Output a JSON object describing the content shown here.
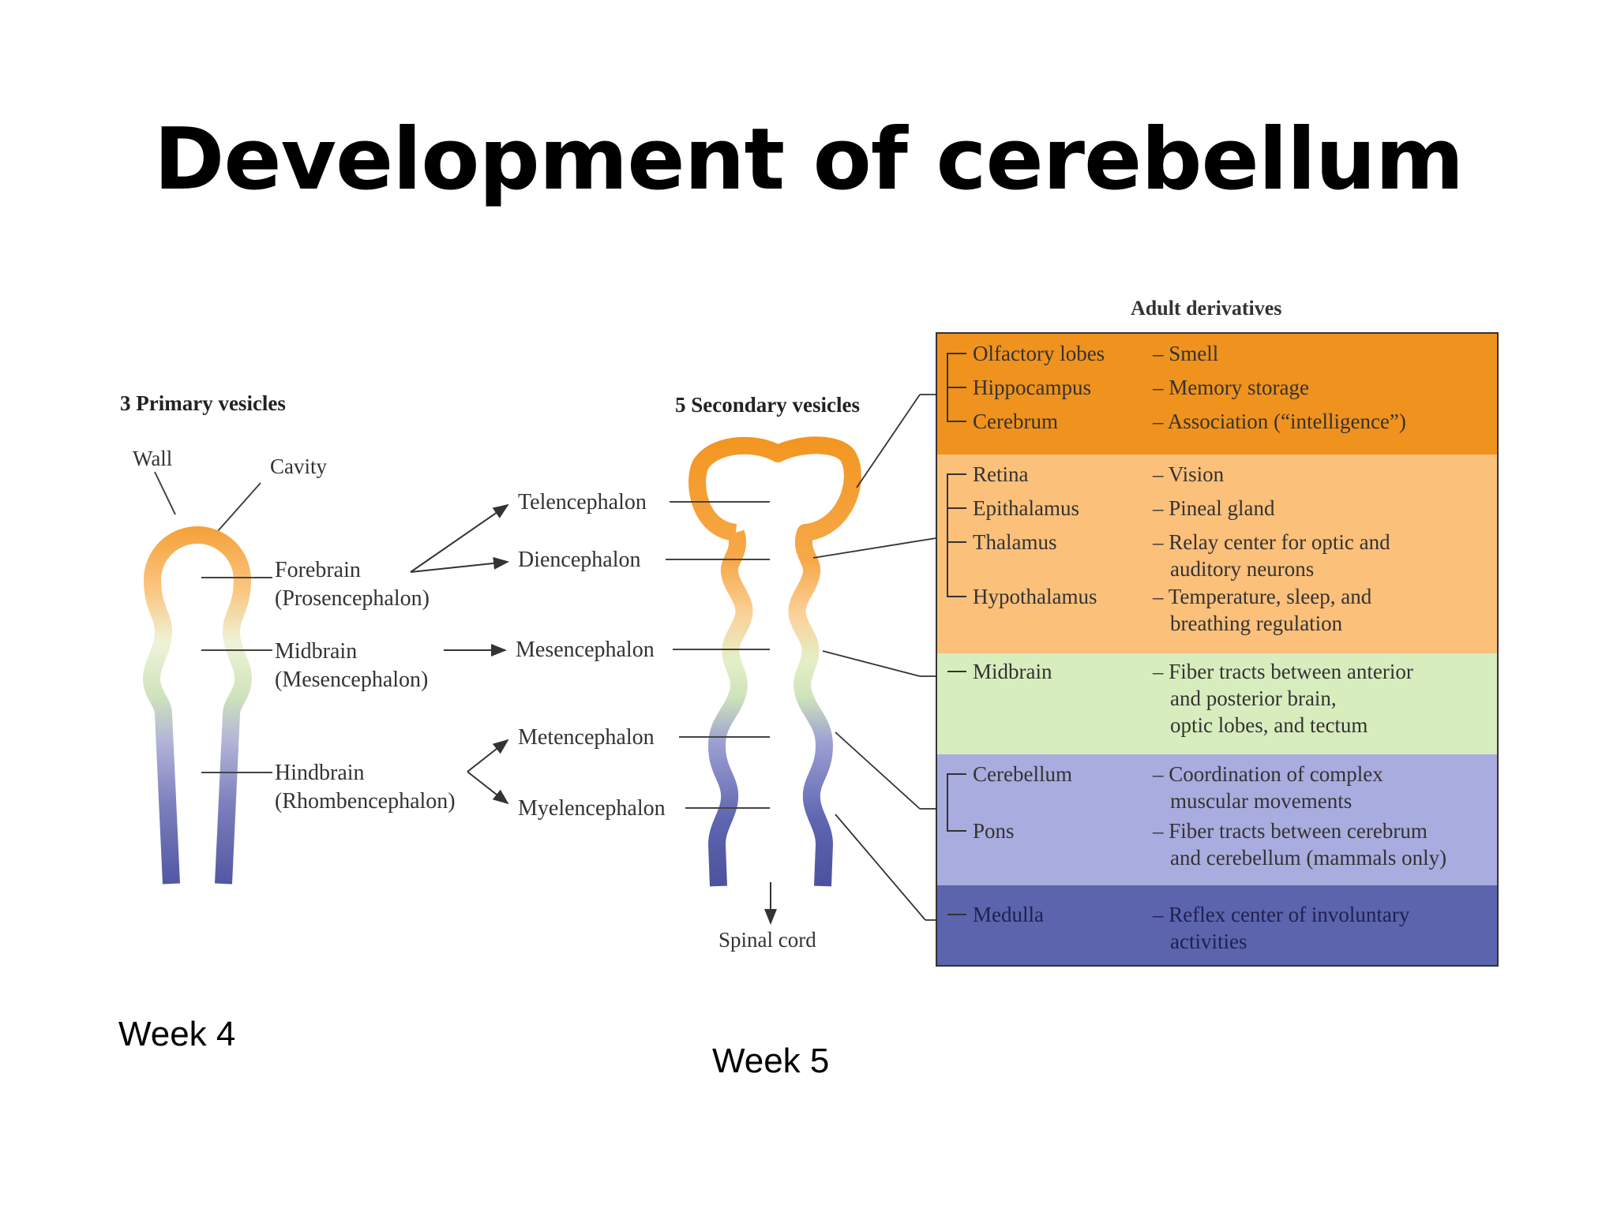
{
  "title": "Development of cerebellum",
  "captions": {
    "week4": "Week 4",
    "week5": "Week 5"
  },
  "primary": {
    "heading": "3 Primary vesicles",
    "wall": "Wall",
    "cavity": "Cavity",
    "forebrain": [
      "Forebrain",
      "(Prosencephalon)"
    ],
    "midbrain": [
      "Midbrain",
      "(Mesencephalon)"
    ],
    "hindbrain": [
      "Hindbrain",
      "(Rhombencephalon)"
    ]
  },
  "secondary": {
    "heading": "5 Secondary vesicles",
    "telencephalon": "Telencephalon",
    "diencephalon": "Diencephalon",
    "mesencephalon": "Mesencephalon",
    "metencephalon": "Metencephalon",
    "myelencephalon": "Myelencephalon",
    "spinal_cord": "Spinal cord"
  },
  "adult": {
    "heading": "Adult derivatives",
    "rows": [
      {
        "color": "#f0921e",
        "items": [
          {
            "structure": "Olfactory lobes",
            "function": [
              "– Smell"
            ]
          },
          {
            "structure": "Hippocampus",
            "function": [
              "– Memory storage"
            ]
          },
          {
            "structure": "Cerebrum",
            "function": [
              "– Association (“intelligence”)"
            ]
          }
        ]
      },
      {
        "color": "#fbc07a",
        "items": [
          {
            "structure": "Retina",
            "function": [
              "– Vision"
            ]
          },
          {
            "structure": "Epithalamus",
            "function": [
              "– Pineal gland"
            ]
          },
          {
            "structure": "Thalamus",
            "function": [
              "– Relay center for optic and",
              "auditory neurons"
            ]
          },
          {
            "structure": "Hypothalamus",
            "function": [
              "– Temperature, sleep, and",
              "breathing regulation"
            ]
          }
        ]
      },
      {
        "color": "#d8edbe",
        "items": [
          {
            "structure": "Midbrain",
            "function": [
              "– Fiber tracts between anterior",
              "and posterior brain,",
              "optic lobes, and tectum"
            ]
          }
        ]
      },
      {
        "color": "#a9acde",
        "items": [
          {
            "structure": "Cerebellum",
            "function": [
              "– Coordination of complex",
              "muscular movements"
            ]
          },
          {
            "structure": "Pons",
            "function": [
              "– Fiber tracts between cerebrum",
              "and cerebellum (mammals only)"
            ]
          }
        ]
      },
      {
        "color": "#5c64ad",
        "items": [
          {
            "structure": "Medulla",
            "function": [
              "– Reflex center of involuntary",
              "activities"
            ]
          }
        ]
      }
    ]
  }
}
